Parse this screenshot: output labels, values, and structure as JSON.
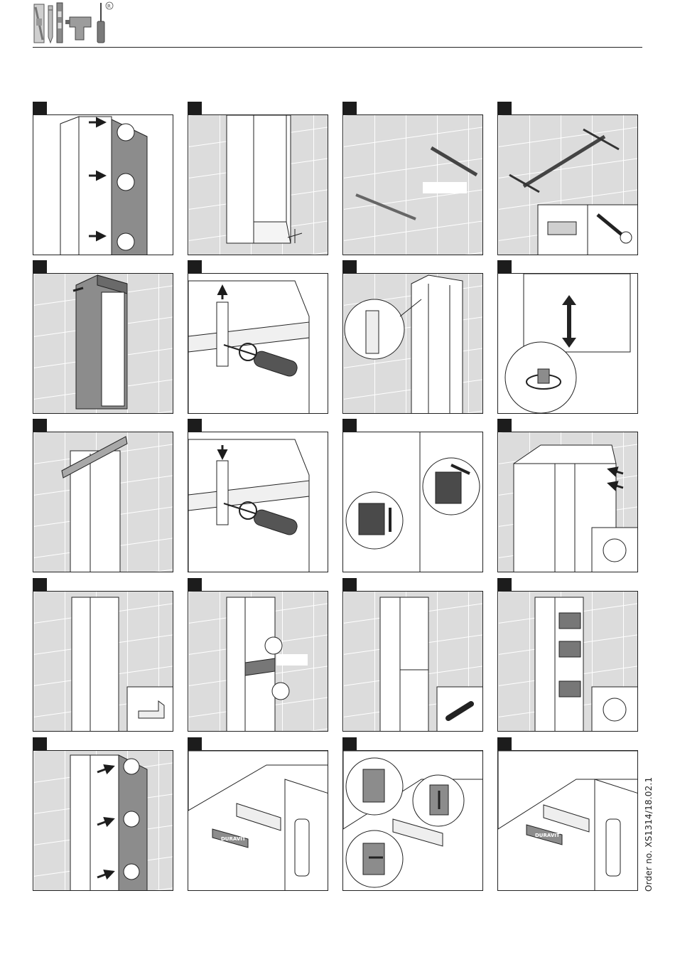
{
  "document": {
    "order_number": "Order no. XS1314/18.02.1",
    "brand_label": "DURAVIT",
    "registered_mark": "®"
  },
  "header": {
    "tool_icons": [
      "spirit-level-icon",
      "pencil-icon",
      "drill-icon",
      "screwdriver-icon"
    ]
  },
  "colors": {
    "line": "#222222",
    "wall_tile": "#dcdcdc",
    "grout": "#ffffff",
    "panel_gray": "#8c8c8c",
    "dark_gray": "#4a4a4a",
    "step_tab": "#1c1c1c"
  },
  "steps": [
    {
      "scene": "cabinet-door-removal",
      "icons": [
        "arrow-icon",
        "callout-circle-icon"
      ]
    },
    {
      "scene": "cabinet-against-wall",
      "icons": [
        "dimension-icon"
      ]
    },
    {
      "scene": "drill-and-pencil",
      "icons": [
        "drill-bit-icon",
        "pencil-icon"
      ]
    },
    {
      "scene": "wall-rail-and-anchors",
      "icons": [
        "wall-plug-icon",
        "screw-icon"
      ]
    },
    {
      "scene": "cabinet-hung-on-wall",
      "icons": []
    },
    {
      "scene": "hanger-adjust-up",
      "icons": [
        "screwdriver-icon",
        "arrow-up-icon"
      ]
    },
    {
      "scene": "hanger-detail",
      "icons": [
        "magnifier-circle-icon"
      ]
    },
    {
      "scene": "height-adjust-foot",
      "icons": [
        "double-arrow-icon",
        "rotate-icon"
      ]
    },
    {
      "scene": "spirit-level-check",
      "icons": [
        "spirit-level-icon"
      ]
    },
    {
      "scene": "hanger-adjust-down",
      "icons": [
        "screwdriver-icon",
        "arrow-down-icon"
      ]
    },
    {
      "scene": "adjust-blocks",
      "icons": [
        "double-arrow-icon"
      ]
    },
    {
      "scene": "shelf-support-pins",
      "icons": [
        "shelf-pin-icon"
      ]
    },
    {
      "scene": "shelf-brackets",
      "icons": [
        "bracket-icon"
      ]
    },
    {
      "scene": "shelf-insertion",
      "icons": [
        "callout-circle-icon"
      ]
    },
    {
      "scene": "glass-shelf-pins",
      "icons": [
        "pin-icon"
      ]
    },
    {
      "scene": "glass-shelves-insert",
      "icons": [
        "shelf-pin-icon"
      ]
    },
    {
      "scene": "door-mounting",
      "icons": [
        "arrow-icon",
        "callout-circle-icon"
      ]
    },
    {
      "scene": "hinge-cover-remove",
      "icons": [
        "hinge-icon",
        "cover-cap-icon"
      ]
    },
    {
      "scene": "hinge-adjustment",
      "icons": [
        "hinge-icon",
        "double-arrow-icon"
      ]
    },
    {
      "scene": "hinge-cover-attach",
      "icons": [
        "hinge-icon",
        "cover-cap-icon"
      ]
    }
  ]
}
